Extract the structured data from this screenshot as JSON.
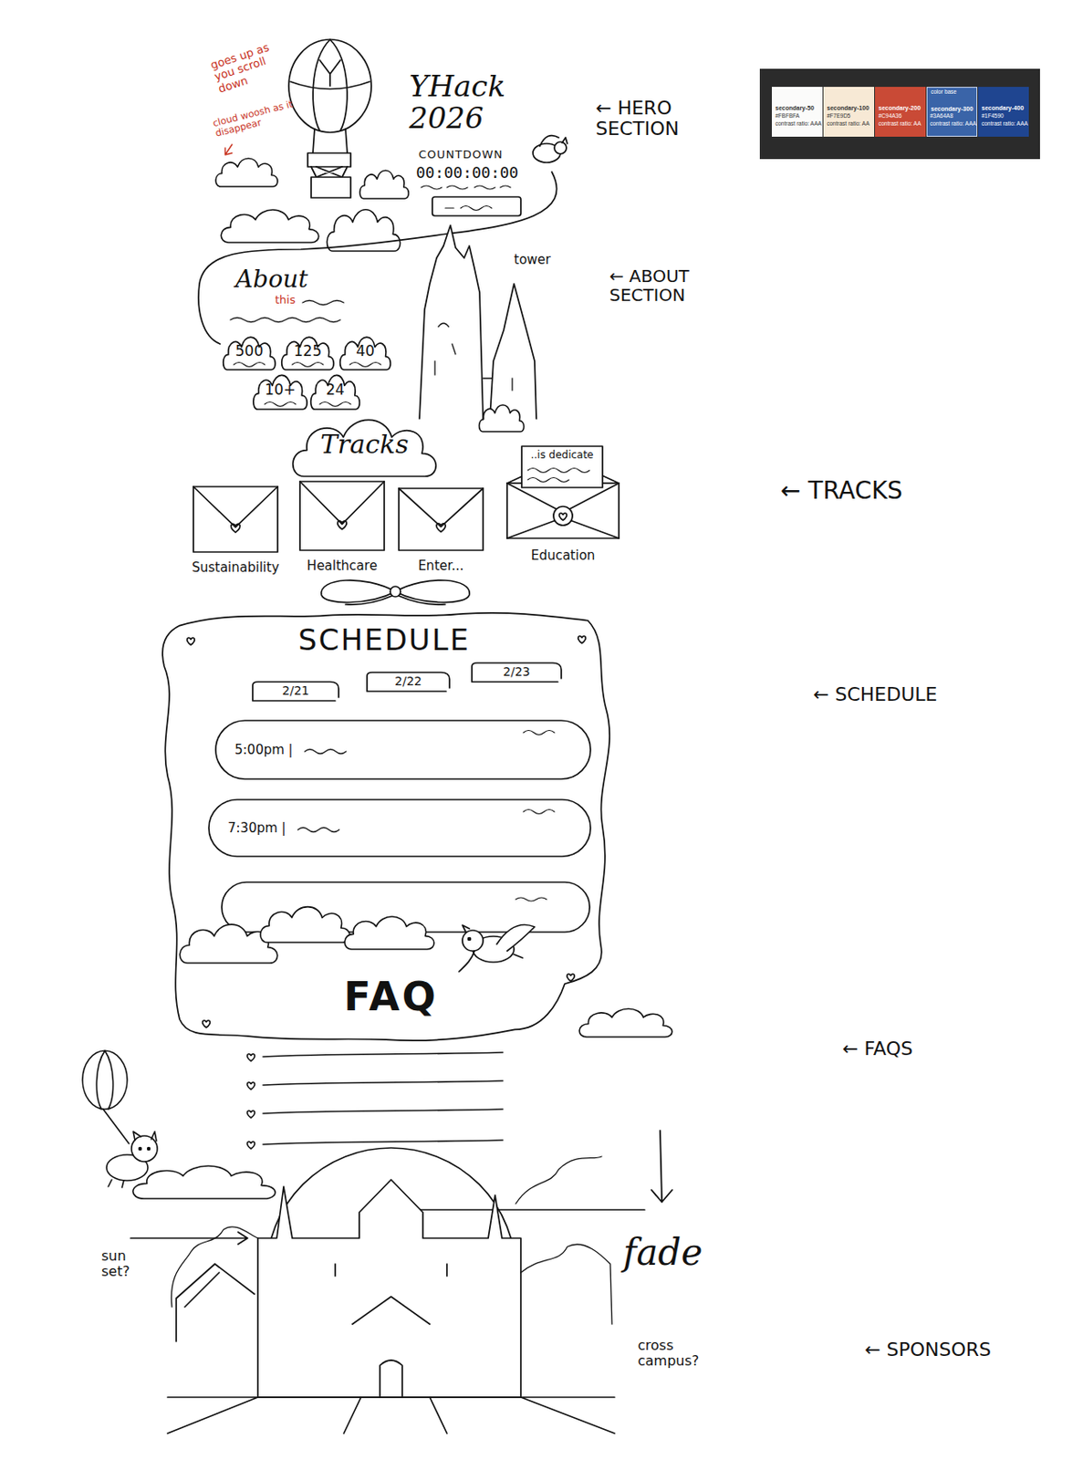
{
  "diagram": {
    "title": "YHack 2026",
    "nodes": [
      {
        "text": [
          "500"
        ]
      },
      {
        "text": [
          "125"
        ]
      },
      {
        "text": [
          "40"
        ]
      },
      {
        "text": [
          "10+"
        ]
      },
      {
        "text": [
          "24"
        ]
      },
      {
        "text": [
          "Tracks"
        ]
      },
      {
        "text": [
          "Sustainability"
        ]
      },
      {
        "text": [
          "Healthcare"
        ]
      },
      {
        "text": [
          "Enter..."
        ]
      },
      {
        "text": [
          "Education"
        ]
      },
      {
        "text": [
          "..is dedicate"
        ],
        "in": 9
      },
      {
        "text": [
          "SCHEDULE"
        ]
      },
      {
        "text": [
          "2/21"
        ],
        "in": 11
      },
      {
        "text": [
          "2/22"
        ],
        "in": 11
      },
      {
        "text": [
          "2/23"
        ],
        "in": 11
      },
      {
        "text": [
          "5:00pm |"
        ],
        "in": 11
      },
      {
        "text": [
          "7:30pm |"
        ],
        "in": 11
      }
    ],
    "labels": [
      "goes up as you scroll down",
      "cloud woosh as it disappear",
      "COUNTDOWN",
      "00:00:00:00",
      "← HERO SECTION",
      "About",
      "this",
      "tower",
      "← ABOUT SECTION",
      "← TRACKS",
      "← SCHEDULE",
      "FAQ",
      "← FAQS",
      "fade",
      "sun set?",
      "cross campus?",
      "← SPONSORS",
      "color base",
      "#FBFBFA",
      "contrast ratio: AAA",
      "#F7E9D5",
      "contrast ratio: AA",
      "#C94A36",
      "contrast ratio: AA",
      "#3A64A8",
      "contrast ratio: AAA",
      "#1F4590",
      "contrast ratio: AAA"
    ],
    "legend": [
      {
        "text": "secondary-50",
        "color": "#FBFBFA"
      },
      {
        "text": "secondary-100",
        "color": "#F7E9D5"
      },
      {
        "text": "secondary-200",
        "color": "#C94A36"
      },
      {
        "text": "secondary-300",
        "color": "#3A64A8"
      },
      {
        "text": "secondary-400",
        "color": "#1F4590"
      }
    ]
  }
}
